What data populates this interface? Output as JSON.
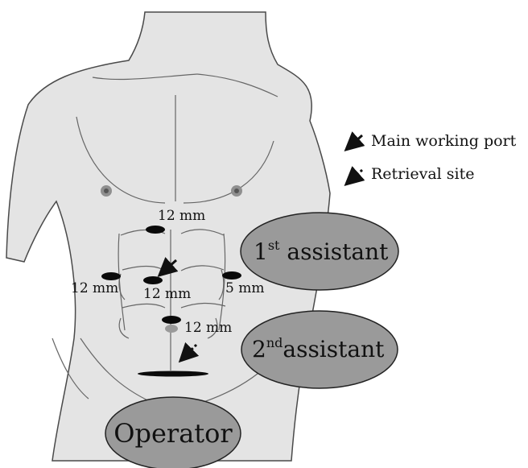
{
  "colors": {
    "skin": "#e4e4e4",
    "outline": "#4a4a4a",
    "muscle_line": "#666666",
    "port": "#0a0a0a",
    "ellipse_fill": "#9a9a9a",
    "ellipse_stroke": "#222222",
    "nipple_outer": "#8f8f8f",
    "nipple_inner": "#555555",
    "umbilicus": "#9a9a9a"
  },
  "legend": {
    "main_working_port": "Main working port",
    "retrieval_site": "Retrieval site"
  },
  "ports": {
    "upper": "12 mm",
    "left": "12 mm",
    "center": "12 mm",
    "right": "5 mm",
    "lower": "12 mm"
  },
  "roles": {
    "first_assistant": {
      "main": "1",
      "sup": "st",
      "rest": " assistant"
    },
    "second_assistant": {
      "main": "2",
      "sup": "nd",
      "rest": "assistant"
    },
    "operator": "Operator"
  }
}
